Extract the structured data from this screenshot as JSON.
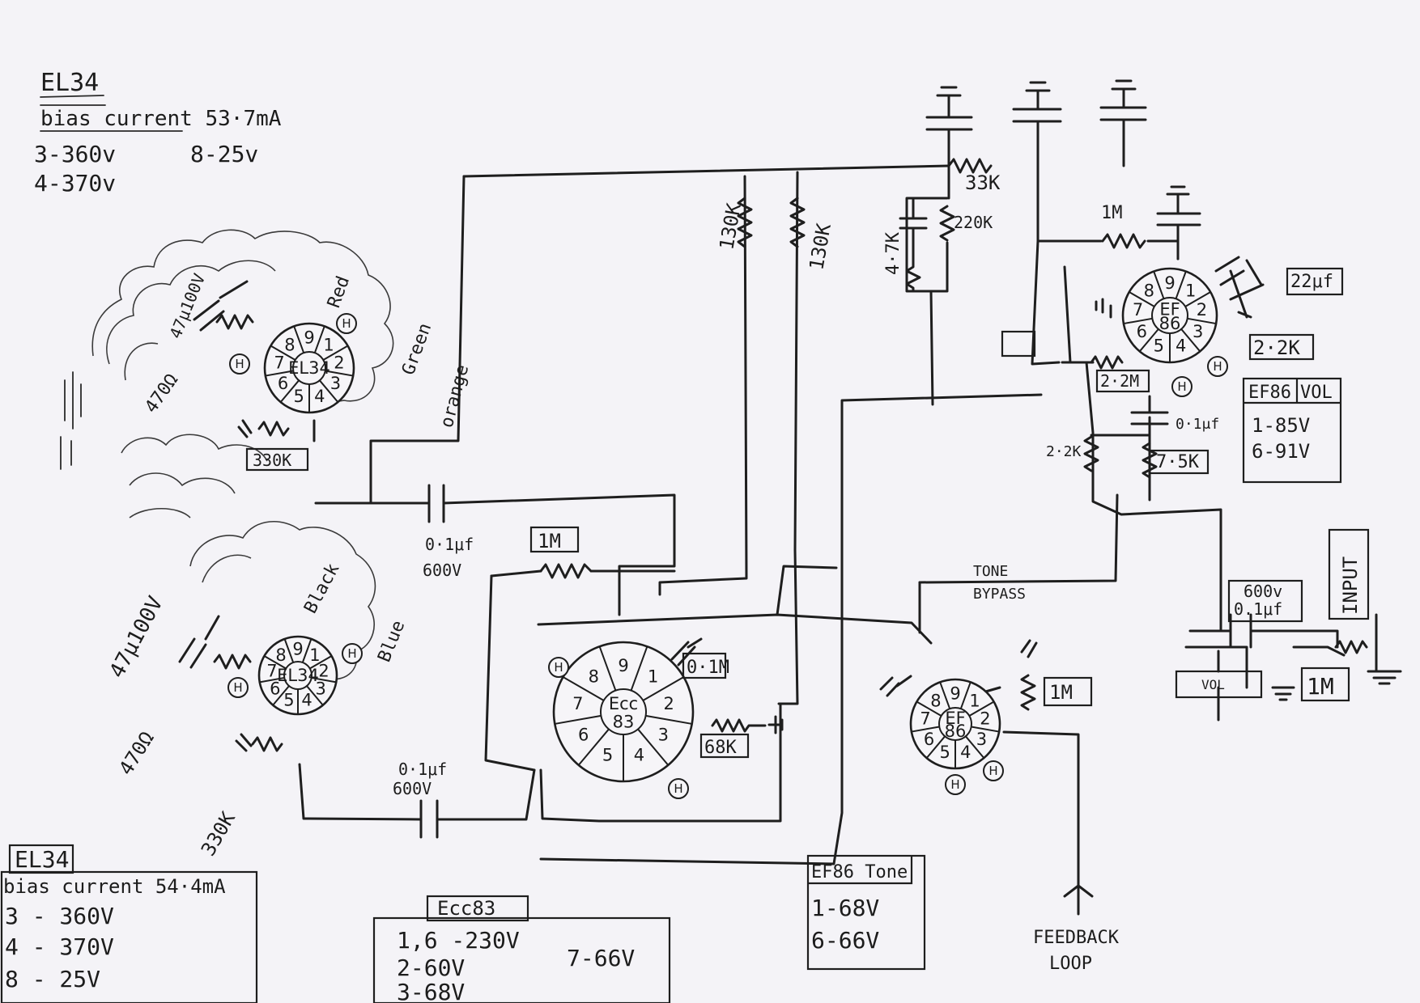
{
  "notes": {
    "el34_top": {
      "title": "EL34",
      "bias": "bias current  53·7mA",
      "v1": "3-360v",
      "v2": "8-25v",
      "v3": "4-370v"
    },
    "el34_bottom": {
      "title": "EL34",
      "bias": "bias current 54·4mA",
      "v1": "3 - 360V",
      "v2": "4 - 370V",
      "v3": "8 - 25V"
    },
    "ecc83": {
      "title": "Ecc83",
      "v1": "1,6  -230V",
      "v2": "2-60V",
      "v3": "3-68V",
      "v4": "7-66V"
    },
    "ef86_tone": {
      "title": "EF86 Tone",
      "v1": "1-68V",
      "v2": "6-66V"
    },
    "ef86_vol": {
      "title1": "EF86",
      "title2": "VOL",
      "v1": "1-85V",
      "v2": "6-91V"
    }
  },
  "components": {
    "r_130k_a": "130K",
    "r_130k_b": "130K",
    "r_33k": "33K",
    "r_220k": "220K",
    "r_4k7": "4·7K",
    "r_1m_top": "1M",
    "c_22uf": "22μf",
    "r_2k2_cath": "2·2K",
    "r_2m2": "2·2M",
    "c_01uf_ef86": "0·1μf",
    "r_2k2_mid": "2·2K",
    "r_7k5": "7·5K",
    "c_input_v": "600v",
    "c_input_c": "0.1μf",
    "input_label": "INPUT",
    "vol_label": "VOL",
    "r_1m_input": "1M",
    "r_1m_ef86b": "1M",
    "tone_bypass_1": "TONE",
    "tone_bypass_2": "BYPASS",
    "feedback_1": "FEEDBACK",
    "feedback_2": "LOOP",
    "r_1m_ecc": "1M",
    "c_01m": "0·1M",
    "r_68k": "68K",
    "c_mid_c": "0·1μf",
    "c_mid_v": "600V",
    "c_low_c": "0·1μf",
    "c_low_v": "600V",
    "c_el34a": "47μ100V",
    "r_470a": "470Ω",
    "r_330a": "330K",
    "c_el34b": "47μ100V",
    "r_470b": "470Ω",
    "r_330b": "330K"
  },
  "wires": {
    "orange": "orange",
    "green": "Green",
    "red": "Red",
    "black": "Black",
    "blue": "Blue"
  },
  "tubes": {
    "el34a_name": "EL34",
    "el34b_name": "EL34",
    "ecc83_name1": "Ecc",
    "ecc83_name2": "83",
    "ef86a_name1": "EF",
    "ef86a_name2": "86",
    "ef86b_name1": "EF",
    "ef86b_name2": "86",
    "heater": "H"
  }
}
